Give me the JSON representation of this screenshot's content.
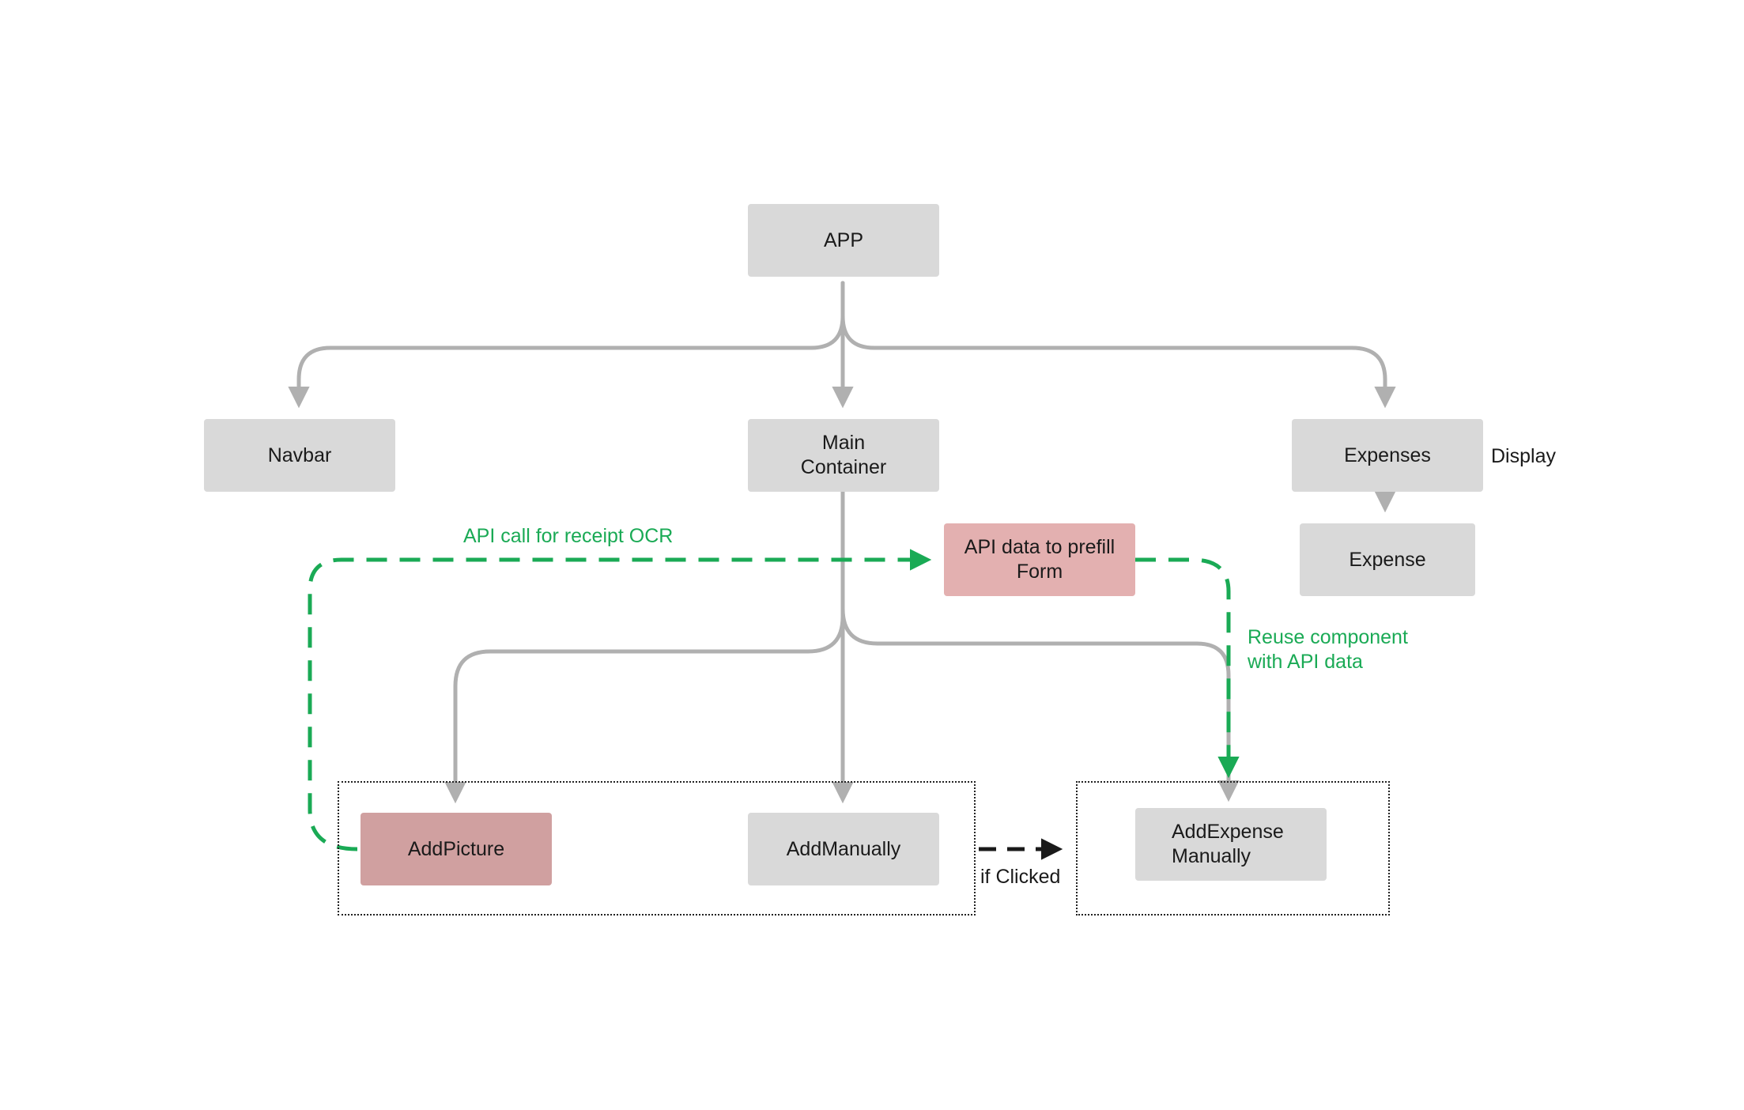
{
  "nodes": {
    "app": "APP",
    "navbar": "Navbar",
    "main_container": "Main\nContainer",
    "expenses": "Expenses",
    "expense": "Expense",
    "api_data": "API data to prefill\nForm",
    "add_picture": "AddPicture",
    "add_manually": "AddManually",
    "add_expense_manually": "AddExpense\nManually"
  },
  "labels": {
    "display": "Display",
    "api_call": "API call for receipt OCR",
    "reuse": "Reuse component\nwith API data",
    "if_clicked": "if Clicked"
  },
  "colors": {
    "node_gray": "#d9d9d9",
    "node_pink": "#e3b0b0",
    "node_rose": "#d0a0a0",
    "connector_gray": "#b0b0b0",
    "accent_green": "#1aaa55",
    "arrow_dark": "#1a1a1a"
  }
}
